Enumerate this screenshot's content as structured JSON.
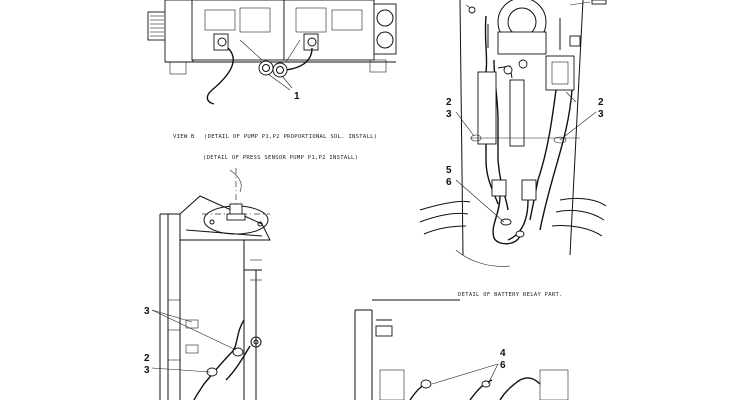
{
  "captions": {
    "view_label": "VIEW B",
    "pump_detail": "(DETAIL OF PUMP P1,P2 PROPORTIONAL SOL. INSTALL)",
    "press_sensor_detail": "(DETAIL OF PRESS SENSOR PUMP P1,P2 INSTALL)",
    "battery_relay_detail": "DETAIL OF BATTERY RELAY PART."
  },
  "callouts": {
    "pump_1": "1",
    "relay_2a": "2",
    "relay_3a": "3",
    "relay_2b": "2",
    "relay_3b": "3",
    "relay_5": "5",
    "relay_6": "6",
    "sensor_3a": "3",
    "sensor_2": "2",
    "sensor_3b": "3",
    "bottom_4": "4",
    "bottom_6": "6"
  }
}
